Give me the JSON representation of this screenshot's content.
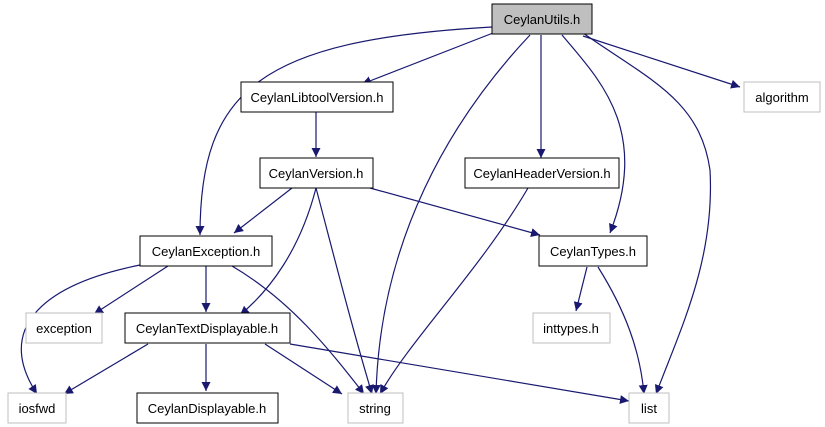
{
  "nodes": {
    "ceylan_utils": "CeylanUtils.h",
    "libtool_version": "CeylanLibtoolVersion.h",
    "algorithm": "algorithm",
    "ceylan_version": "CeylanVersion.h",
    "header_version": "CeylanHeaderVersion.h",
    "ceylan_exception": "CeylanException.h",
    "ceylan_types": "CeylanTypes.h",
    "exception": "exception",
    "text_displayable": "CeylanTextDisplayable.h",
    "inttypes": "inttypes.h",
    "iosfwd": "iosfwd",
    "displayable": "CeylanDisplayable.h",
    "string": "string",
    "list": "list"
  },
  "colors": {
    "edge": "#191970",
    "box_border_dark": "#000000",
    "box_border_gray": "#bfbfbf",
    "root_fill": "#bfbfbf",
    "box_fill": "#ffffff"
  }
}
